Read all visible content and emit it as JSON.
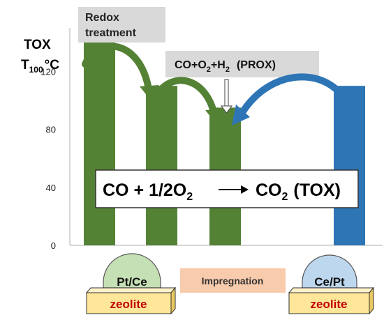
{
  "chart_data": {
    "type": "bar",
    "ylabel_main": "TOX",
    "ylabel_t": "T",
    "ylabel_sub": "100",
    "ylabel_unit": "°C",
    "ylim": [
      0,
      150
    ],
    "yticks": [
      0,
      40,
      80,
      120
    ],
    "grid": false,
    "bars": [
      {
        "value": 140,
        "color": "#548235"
      },
      {
        "value": 110,
        "color": "#548235"
      },
      {
        "value": 95,
        "color": "#548235"
      },
      {
        "value": 110,
        "color": "#2e75b6"
      }
    ]
  },
  "labels": {
    "redox_line1": "Redox",
    "redox_line2": "treatment",
    "prox_co_o2": "CO+O",
    "prox_sub2a": "2",
    "prox_h": "+H",
    "prox_sub2b": "2",
    "prox_tag": "(PROX)",
    "tox_co_half": "CO + 1/2O",
    "tox_sub_o2": "2",
    "tox_co2": "CO",
    "tox_sub_co2": "2",
    "tox_tag": "(TOX)",
    "impregnation": "Impregnation",
    "left_catalyst": "Pt/Ce",
    "left_support": "zeolite",
    "right_catalyst": "Ce/Pt",
    "right_support": "zeolite"
  },
  "colors": {
    "green_bar": "#548235",
    "green_arrow": "#548235",
    "blue_bar": "#2e75b6",
    "label_box": "#d9d9d9",
    "impregnation_box": "#f8cbad",
    "left_dome": "#c5e0b4",
    "right_dome": "#bdd7ee",
    "support": "#ffe699"
  },
  "icons": {
    "redox_arrow": "curved-arrow-icon",
    "prox_arrow": "down-arrow-icon",
    "blue_arrow": "curved-arrow-icon",
    "reaction_arrow": "right-arrow-icon"
  }
}
